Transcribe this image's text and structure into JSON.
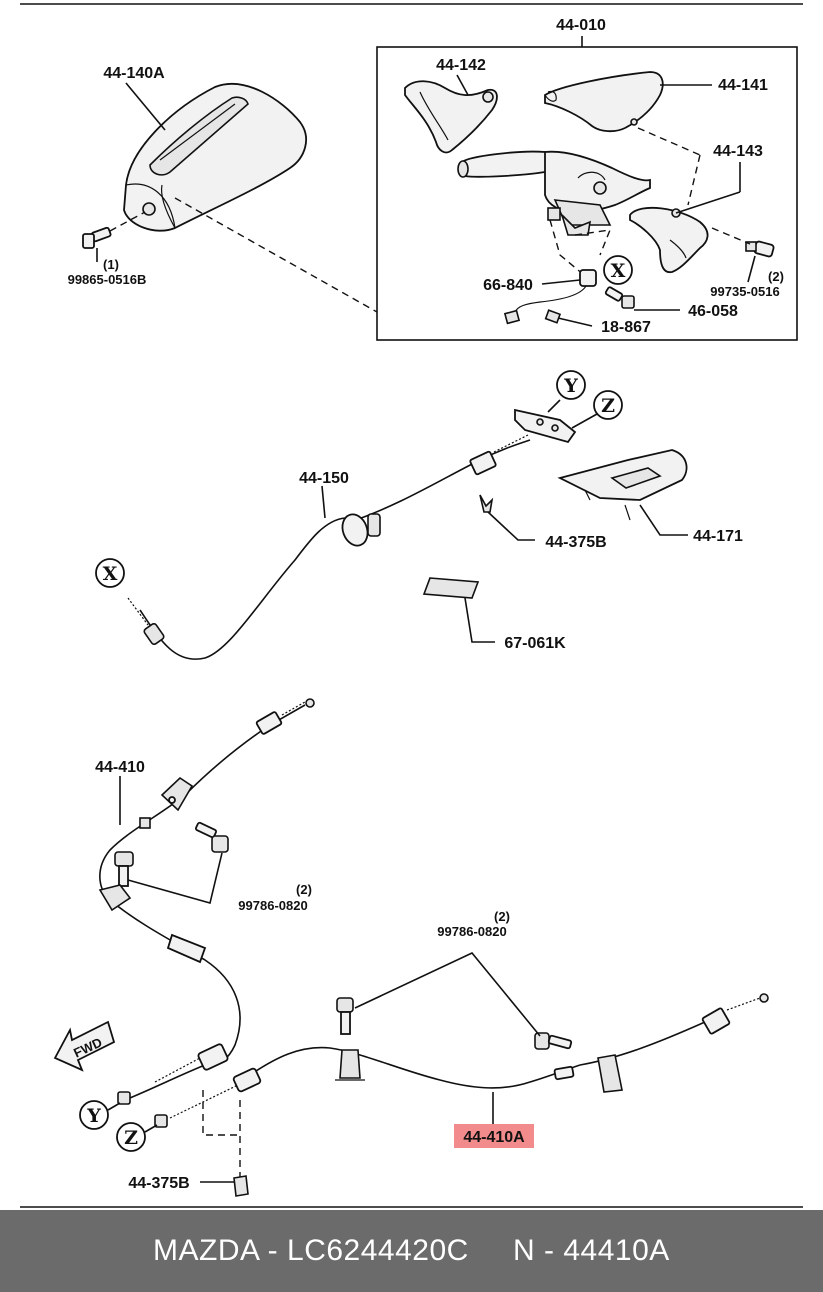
{
  "labels": {
    "assembly_top": "44-010",
    "console_cover": "44-140A",
    "cover_left": "44-142",
    "cover_right_top": "44-141",
    "cover_right": "44-143",
    "bolt_left_qty": "(1)",
    "bolt_left": "99865-0516B",
    "bolt_right_qty": "(2)",
    "bolt_right": "99735-0516",
    "switch": "66-840",
    "screw": "46-058",
    "clip": "18-867",
    "front_cable": "44-150",
    "clip_b": "44-375B",
    "bracket": "44-171",
    "pad": "67-061K",
    "rear_cable_left": "44-410",
    "bolt_a_qty": "(2)",
    "bolt_a": "99786-0820",
    "bolt_b_qty": "(2)",
    "bolt_b": "99786-0820",
    "rear_cable_right": "44-410A",
    "clip_b_bottom": "44-375B",
    "fwd": "FWD"
  },
  "markers": {
    "x_top": "X",
    "y_top": "Y",
    "z_top": "Z",
    "x_left": "X",
    "y_bottom": "Y",
    "z_bottom": "Z"
  },
  "highlight": {
    "part": "44-410A",
    "color": "#f28b8b"
  },
  "footer": {
    "brand_part": "MAZDA - LC6244420C",
    "number": "N - 44410A",
    "background": "#6b6b6b"
  }
}
